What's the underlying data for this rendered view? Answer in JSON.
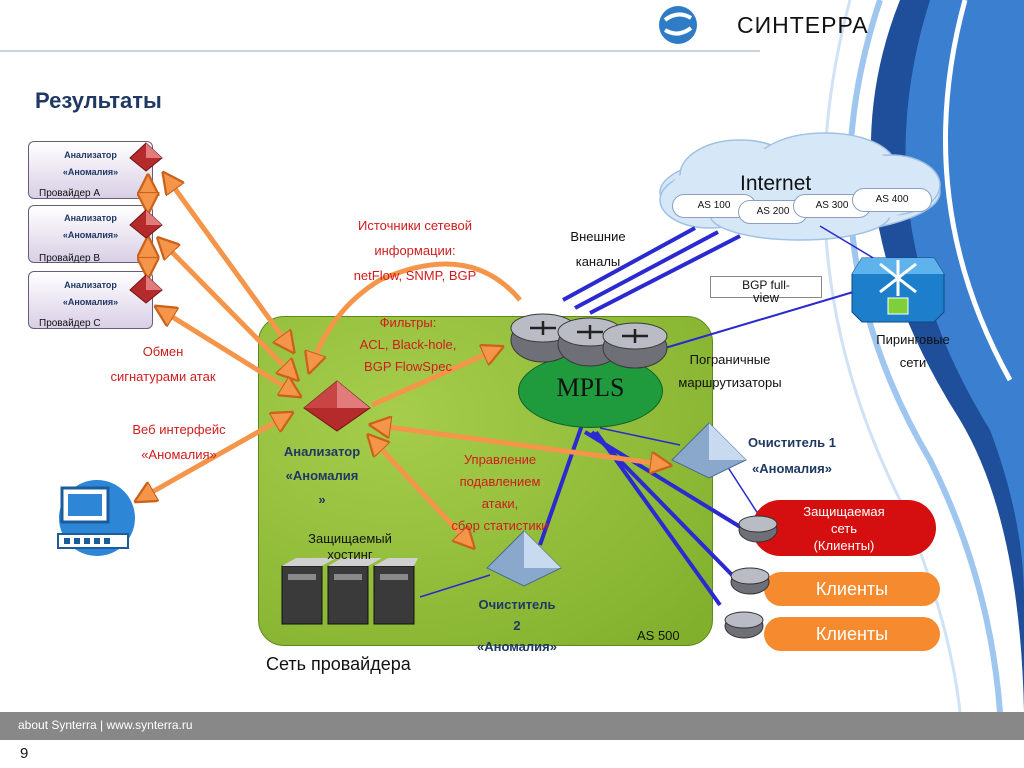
{
  "header": {
    "brand": "СИНТЕРРА",
    "title": "Результаты"
  },
  "providers": [
    {
      "analyzer_line1": "Анализатор",
      "analyzer_line2": "«Аномалия»",
      "label": "Провайдер А"
    },
    {
      "analyzer_line1": "Анализатор",
      "analyzer_line2": "«Аномалия»",
      "label": "Провайдер B"
    },
    {
      "analyzer_line1": "Анализатор",
      "analyzer_line2": "«Аномалия»",
      "label": "Провайдер С"
    }
  ],
  "labels": {
    "sources": [
      "Источники сетевой",
      "информации:",
      "netFlow, SNMP, BGP"
    ],
    "filters": [
      "Фильтры:",
      "ACL, Black-hole,",
      "BGP FlowSpec"
    ],
    "signature_exchange": [
      "Обмен",
      "сигнатурами атак"
    ],
    "web_interface": [
      "Веб интерфейс",
      "«Аномалия»"
    ],
    "main_analyzer": [
      "Анализатор",
      "«Аномалия",
      "»"
    ],
    "control": [
      "Управление",
      "подавлением",
      "атаки,",
      "сбор статистики"
    ],
    "hosting": [
      "Защищаемый",
      "хостинг"
    ],
    "cleaner2": [
      "Очиститель",
      "2",
      "«Аномалия»"
    ],
    "as500": "AS 500",
    "provider_network": "Сеть провайдера",
    "mpls": "MPLS",
    "external_channels": [
      "Внешние",
      "каналы"
    ],
    "border_routers": [
      "Пограничные",
      "маршрутизаторы"
    ],
    "bgp_full_view": [
      "BGP full-",
      "view"
    ],
    "peering": [
      "Пиринговые",
      "сети"
    ],
    "cleaner1": [
      "Очиститель 1",
      "«Аномалия»"
    ],
    "protected_net": [
      "Защищаемая",
      "сеть",
      "(Клиенты)"
    ],
    "clients1": "Клиенты",
    "clients2": "Клиенты"
  },
  "internet": {
    "title": "Internet",
    "as": [
      "AS 100",
      "AS 200",
      "AS 300",
      "AS 400"
    ]
  },
  "footer": {
    "text": "about Synterra | www.synterra.ru",
    "page": "9"
  },
  "colors": {
    "title": "#1f3864",
    "accent_red": "#d01c1c",
    "arrow_orange": "#f7a35c",
    "link_blue": "#2a2ad0",
    "green_area": "#8dbb36",
    "mpls_green": "#1f9a3d",
    "cloud_blue": "#d6e8f8",
    "footer_gray": "#888888"
  }
}
